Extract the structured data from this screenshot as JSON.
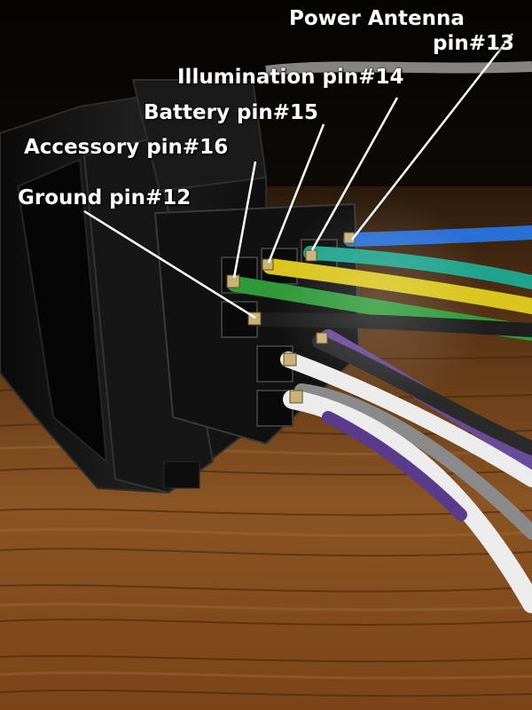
{
  "labels": {
    "power_antenna_line1": "Power Antenna",
    "power_antenna_line2": "pin#13",
    "illumination": "Illumination pin#14",
    "battery": "Battery pin#15",
    "accessory": "Accessory pin#16",
    "ground": "Ground pin#12"
  },
  "colors": {
    "label_text": "#ffffff",
    "pointer_line": "#ffffff",
    "connector_body": "#141414",
    "wood_surface": "#7a4a1e",
    "wire_blue": "#2a6fd6",
    "wire_teal": "#1fa38c",
    "wire_yellow": "#d9c51c",
    "wire_green": "#2f9a3a",
    "wire_black": "#1e1e1e",
    "wire_gray": "#8a8a8a",
    "wire_purple": "#6a4a9a",
    "wire_white": "#ececec"
  }
}
